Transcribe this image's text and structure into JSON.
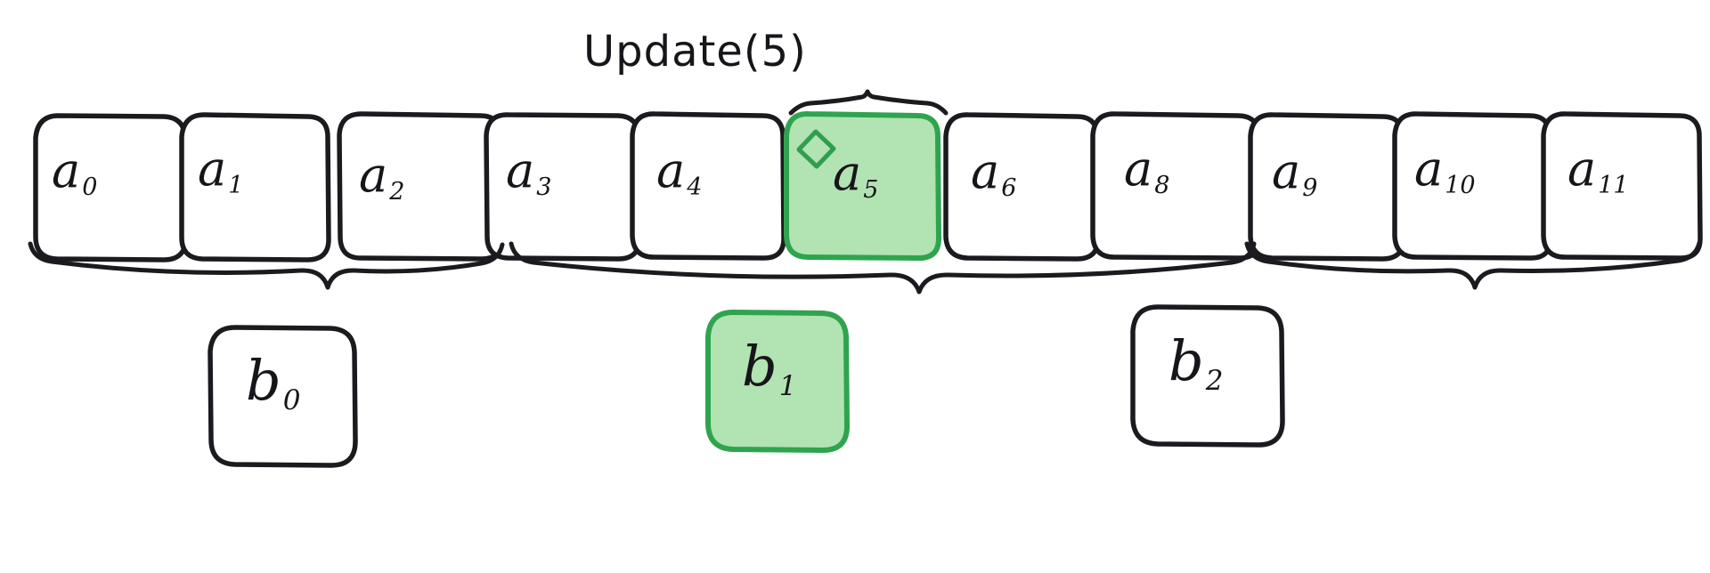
{
  "diagram": {
    "title_label": "Update(5)",
    "style": "hand-drawn sketch",
    "colors": {
      "stroke": "#1b1b1f",
      "highlight_fill": "#b2e3b2",
      "highlight_stroke": "#2fa44f",
      "marker_stroke": "#2f9e4f",
      "background": "#ffffff"
    },
    "array_row": {
      "cells": [
        {
          "base": "a",
          "index": "0",
          "highlighted": false,
          "marker": false
        },
        {
          "base": "a",
          "index": "1",
          "highlighted": false,
          "marker": false
        },
        {
          "base": "a",
          "index": "2",
          "highlighted": false,
          "marker": false
        },
        {
          "base": "a",
          "index": "3",
          "highlighted": false,
          "marker": false
        },
        {
          "base": "a",
          "index": "4",
          "highlighted": false,
          "marker": false
        },
        {
          "base": "a",
          "index": "5",
          "highlighted": true,
          "marker": true
        },
        {
          "base": "a",
          "index": "6",
          "highlighted": false,
          "marker": false
        },
        {
          "base": "a",
          "index": "8",
          "highlighted": false,
          "marker": false
        },
        {
          "base": "a",
          "index": "9",
          "highlighted": false,
          "marker": false
        },
        {
          "base": "a",
          "index": "10",
          "highlighted": false,
          "marker": false
        },
        {
          "base": "a",
          "index": "11",
          "highlighted": false,
          "marker": false
        }
      ]
    },
    "block_row": {
      "blocks": [
        {
          "base": "b",
          "index": "0",
          "highlighted": false
        },
        {
          "base": "b",
          "index": "1",
          "highlighted": true
        },
        {
          "base": "b",
          "index": "2",
          "highlighted": false
        }
      ]
    },
    "braces": [
      {
        "name": "block-brace-0",
        "covers": "a0-a3"
      },
      {
        "name": "block-brace-1",
        "covers": "a4-a8"
      },
      {
        "name": "block-brace-2",
        "covers": "a9-a11"
      },
      {
        "name": "update-brace",
        "covers": "a5"
      }
    ]
  }
}
